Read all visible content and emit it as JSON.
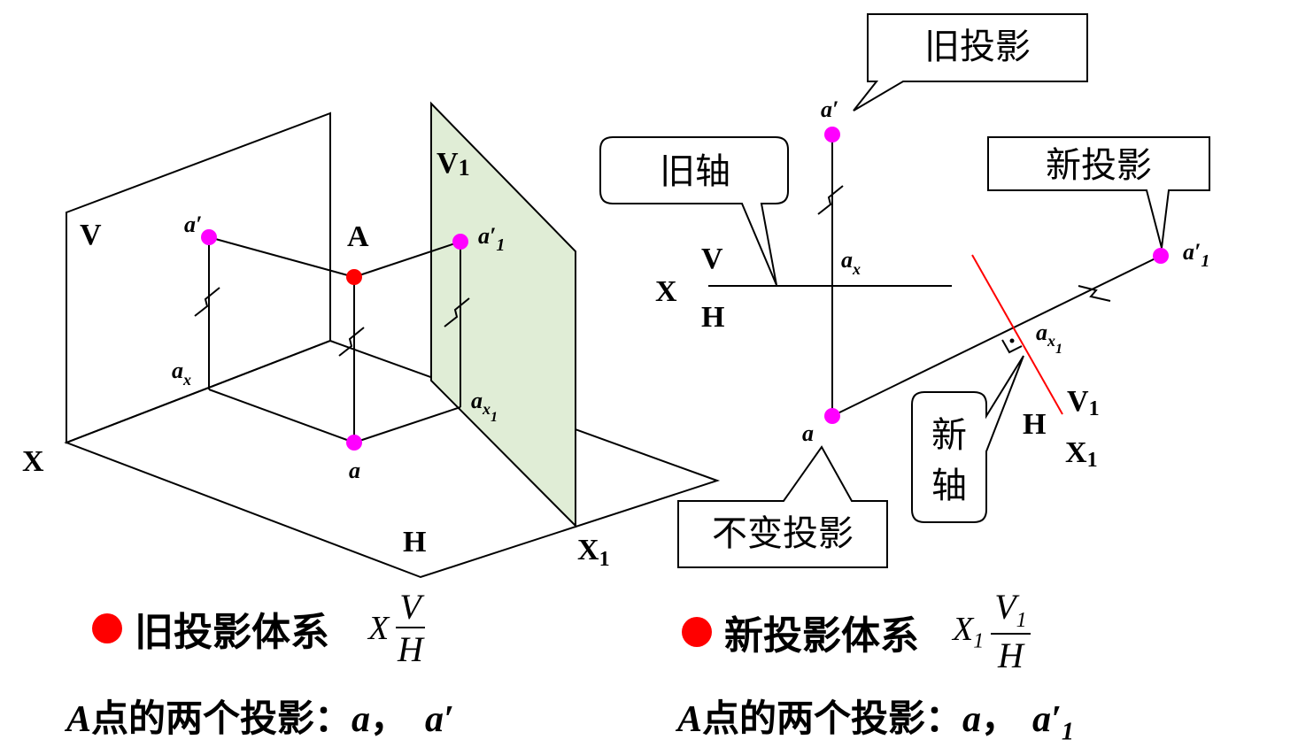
{
  "colors": {
    "projection_point": "#ff00ff",
    "space_point": "#ff0000",
    "new_axis": "#ff0000",
    "v1_plane_fill": "#e0edd6",
    "bullet": "#ff0000",
    "line": "#000000"
  },
  "left_figure": {
    "plane_V": "V",
    "point_A": "A",
    "plane_V1": {
      "base": "V",
      "sub": "1"
    },
    "plane_H": "H",
    "axis_X": "X",
    "axis_X1": {
      "base": "X",
      "sub": "1"
    },
    "proj_a_prime": "a′",
    "proj_a_prime_1": {
      "base": "a′",
      "sub": "1"
    },
    "label_ax": {
      "base": "a",
      "sub": "x"
    },
    "label_ax1": {
      "base": "a",
      "sub": "x",
      "subsub": "1"
    },
    "proj_a": "a"
  },
  "right_figure": {
    "proj_a_prime": "a′",
    "proj_a_prime_1": {
      "base": "a′",
      "sub": "1"
    },
    "label_ax": {
      "base": "a",
      "sub": "x"
    },
    "label_ax1": {
      "base": "a",
      "sub": "x",
      "subsub": "1"
    },
    "proj_a": "a",
    "axis_X": "X",
    "old_V": "V",
    "old_H": "H",
    "new_V1": {
      "base": "V",
      "sub": "1"
    },
    "new_H": "H",
    "new_X1": {
      "base": "X",
      "sub": "1"
    }
  },
  "callouts": {
    "old_projection": "旧投影",
    "old_axis": "旧轴",
    "new_projection": "新投影",
    "unchanged_projection": "不变投影",
    "new_axis_line1": "新",
    "new_axis_line2": "轴"
  },
  "bottom": {
    "old_system_label": "旧投影体系",
    "old_axis_symbol": "X",
    "old_frac_num": "V",
    "old_frac_den": "H",
    "new_system_label": "新投影体系",
    "new_axis_symbol": "X",
    "new_axis_sub": "1",
    "new_frac_num": "V",
    "new_frac_num_sub": "1",
    "new_frac_den": "H",
    "old_line_point": "A",
    "old_line_text": "点的两个投影：",
    "old_line_a": "a",
    "old_line_sep": "，",
    "old_line_a_prime": "a′",
    "new_line_point": "A",
    "new_line_text": "点的两个投影：",
    "new_line_a": "a",
    "new_line_sep": "，",
    "new_line_a_prime": "a′",
    "new_line_a_prime_sub": "1"
  }
}
